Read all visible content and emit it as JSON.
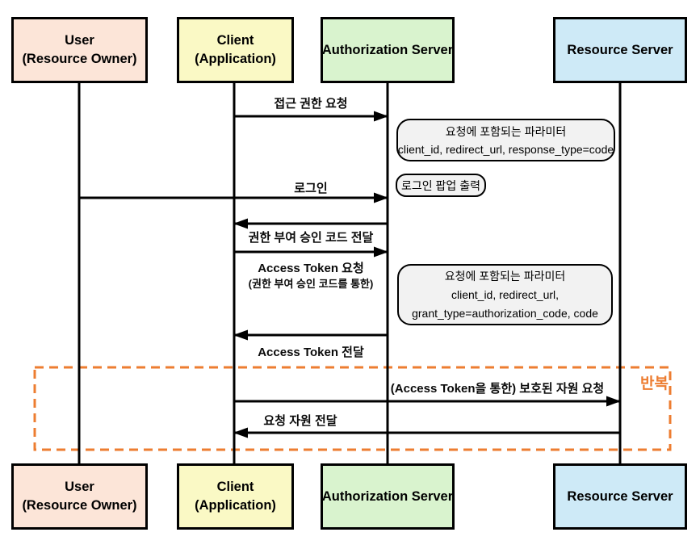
{
  "colors": {
    "user_box": "#FCE5D8",
    "client_box": "#FAF9C5",
    "auth_box": "#D9F3CE",
    "resource_box": "#CEEAF7",
    "note_fill": "#F2F2F2",
    "repeat_accent": "#ED7D31",
    "line": "#000000"
  },
  "actors": [
    {
      "id": "user",
      "line1": "User",
      "line2": "(Resource Owner)"
    },
    {
      "id": "client",
      "line1": "Client",
      "line2": "(Application)"
    },
    {
      "id": "auth",
      "line1": "Authorization Server"
    },
    {
      "id": "resource",
      "line1": "Resource Server"
    }
  ],
  "messages": [
    {
      "label": "접근 권한 요청",
      "from": "client",
      "to": "auth"
    },
    {
      "label": "로그인",
      "from": "user",
      "to": "auth"
    },
    {
      "label": "권한 부여 승인 코드 전달",
      "from": "auth",
      "to": "client"
    },
    {
      "label": "Access Token 요청",
      "sublabel": "(권한 부여 승인 코드를 통한)",
      "from": "client",
      "to": "auth"
    },
    {
      "label": "Access Token 전달",
      "from": "auth",
      "to": "client"
    },
    {
      "label": "(Access Token을 통한) 보호된 자원 요청",
      "from": "client",
      "to": "resource"
    },
    {
      "label": "요청 자원 전달",
      "from": "resource",
      "to": "client"
    }
  ],
  "notes": [
    {
      "lines": [
        "요청에 포함되는 파라미터",
        "client_id, redirect_url, response_type=code"
      ]
    },
    {
      "lines": [
        "로그인 팝업 출력"
      ]
    },
    {
      "lines": [
        "요청에 포함되는 파라미터",
        "client_id, redirect_url,",
        "grant_type=authorization_code, code"
      ]
    }
  ],
  "repeat": {
    "label": "반복"
  }
}
